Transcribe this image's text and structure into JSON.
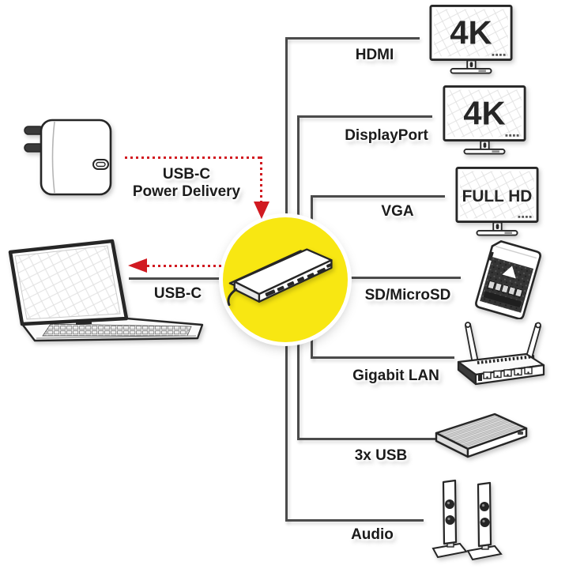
{
  "colors": {
    "accent_yellow": "#f8e712",
    "line_gray": "#4b4b4b",
    "arrow_red": "#d11a21",
    "ink": "#262626"
  },
  "power_adapter": {
    "label_line1": "USB-C",
    "label_line2": "Power Delivery"
  },
  "laptop": {
    "connection_label": "USB-C"
  },
  "connections": [
    {
      "id": "hdmi",
      "label": "HDMI",
      "device": "4k-monitor",
      "screen_badge": "4K"
    },
    {
      "id": "displayport",
      "label": "DisplayPort",
      "device": "4k-monitor",
      "screen_badge": "4K"
    },
    {
      "id": "vga",
      "label": "VGA",
      "device": "full-hd-monitor",
      "screen_badge": "FULL HD"
    },
    {
      "id": "sd",
      "label": "SD/MicroSD",
      "device": "sd-card"
    },
    {
      "id": "lan",
      "label": "Gigabit LAN",
      "device": "router"
    },
    {
      "id": "usb",
      "label": "3x USB",
      "device": "external-hard-drive"
    },
    {
      "id": "audio",
      "label": "Audio",
      "device": "speakers"
    }
  ]
}
